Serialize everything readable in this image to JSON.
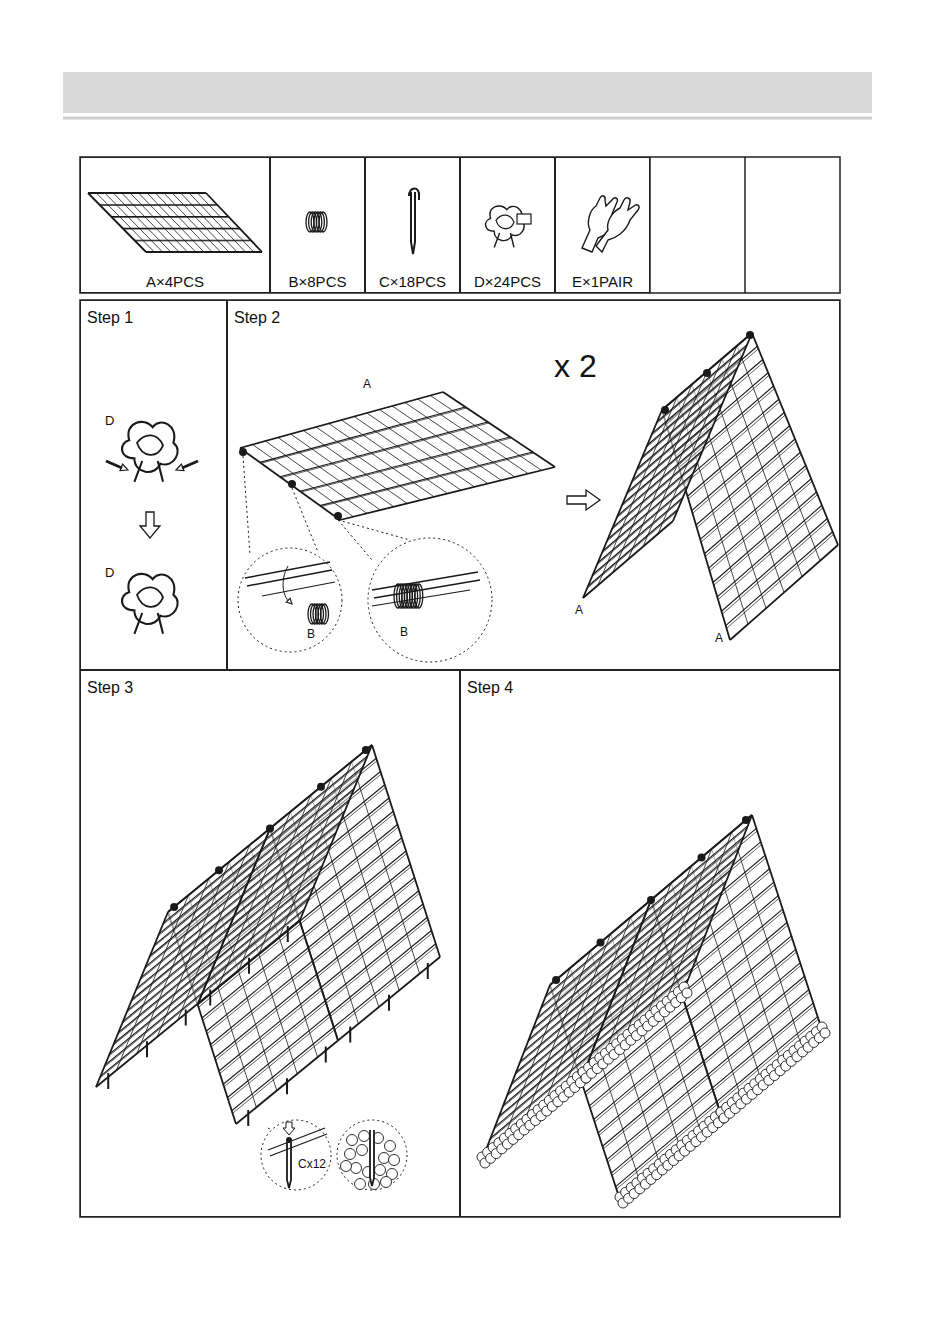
{
  "diagram": {
    "nodes": [
      {
        "text": [
          "A×4PCS"
        ]
      },
      {
        "text": [
          "B×8PCS"
        ]
      },
      {
        "text": [
          "C×18PCS"
        ]
      },
      {
        "text": [
          "D×24PCS"
        ]
      },
      {
        "text": [
          "E×1PAIR"
        ]
      },
      {
        "text": [
          "Step 1"
        ]
      },
      {
        "text": [
          "Step 2"
        ]
      },
      {
        "text": [
          "Step 3"
        ]
      },
      {
        "text": [
          "Step 4"
        ]
      }
    ],
    "labels": [
      "D",
      "D",
      "A",
      "x 2",
      "B",
      "B",
      "A",
      "A",
      "Cx12"
    ]
  }
}
